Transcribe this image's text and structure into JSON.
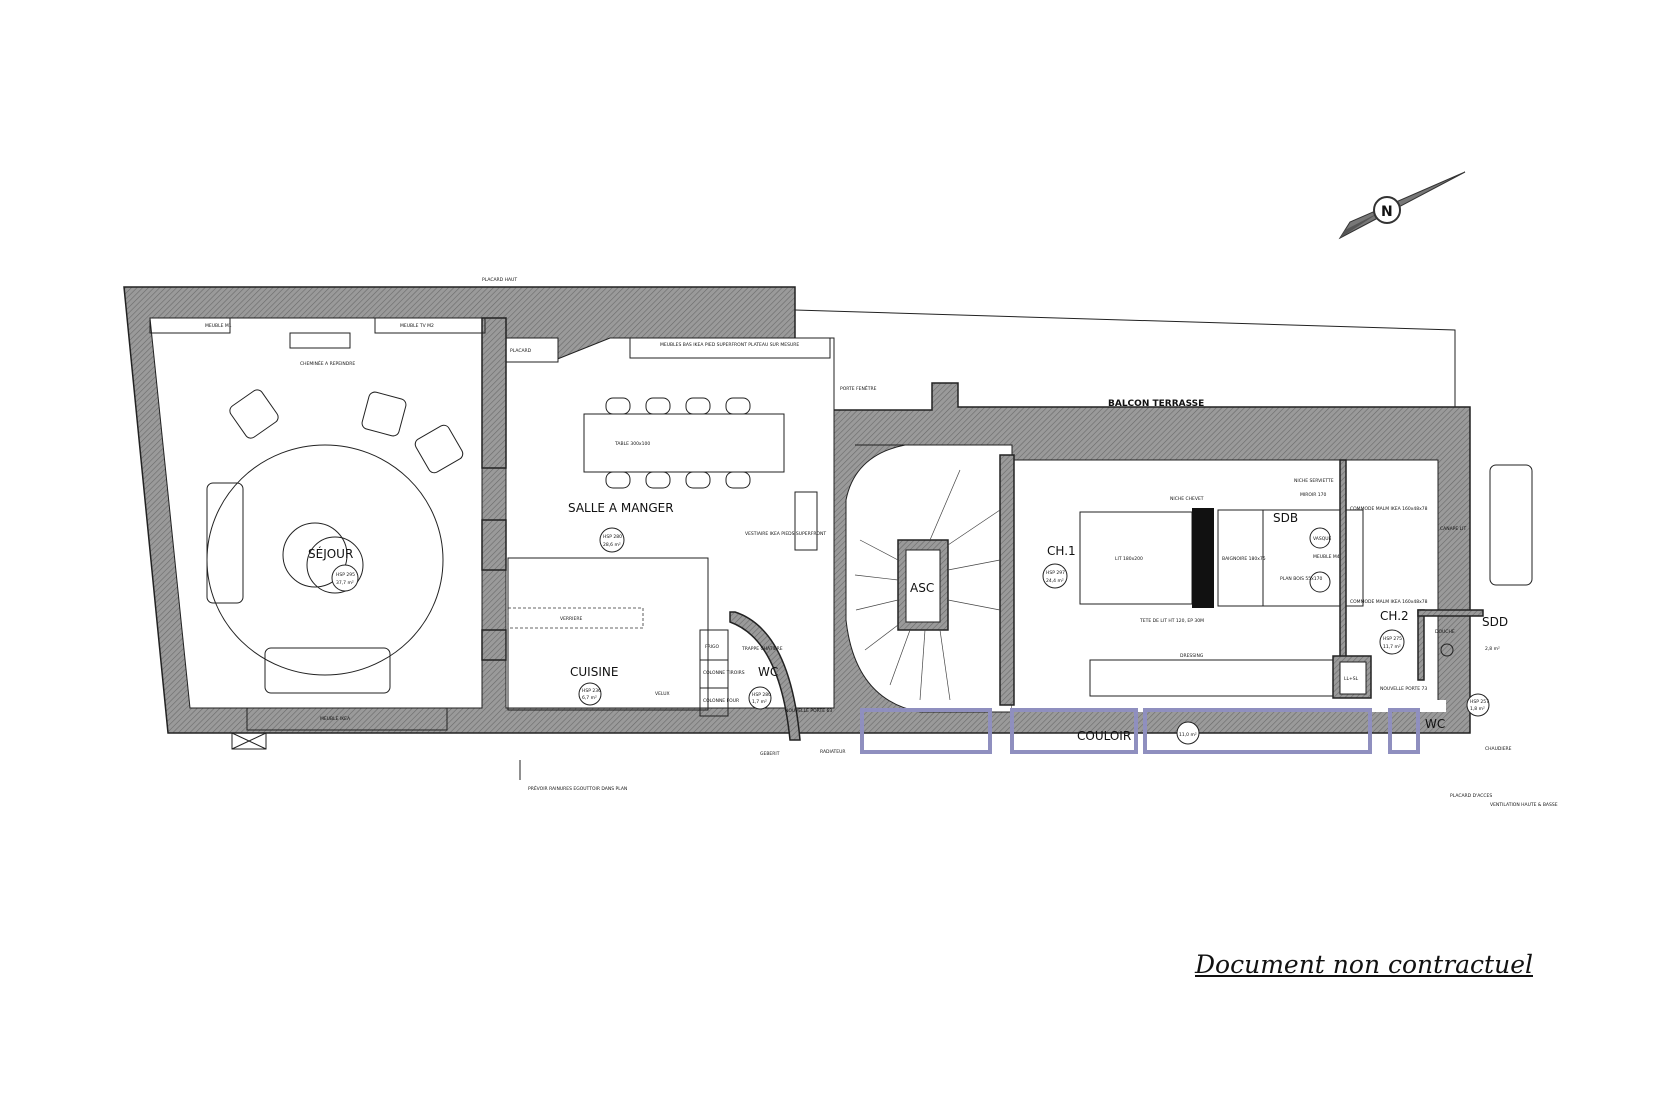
{
  "plan": {
    "rooms": {
      "sejour": {
        "name": "SÉJOUR",
        "hsp": "HSP 295",
        "area": "37,7 m²"
      },
      "salle_a_manger": {
        "name": "SALLE A MANGER",
        "hsp": "HSP 280",
        "area": "28,6 m²"
      },
      "cuisine": {
        "name": "CUISINE",
        "hsp": "HSP 236",
        "area": "6,7 m²"
      },
      "wc1": {
        "name": "WC",
        "hsp": "HSP 280",
        "area": "1,7 m²"
      },
      "asc": {
        "name": "ASC"
      },
      "ch1": {
        "name": "CH.1",
        "hsp": "HSP 297",
        "area": "24,4 m²"
      },
      "sdb": {
        "name": "SDB"
      },
      "ch2": {
        "name": "CH.2",
        "hsp": "HSP 275",
        "area": "11,7 m²"
      },
      "sdd": {
        "name": "SDD",
        "area": "2,8 m²"
      },
      "wc2": {
        "name": "WC",
        "hsp": "HSP 257",
        "area": "1,8 m²"
      },
      "couloir": {
        "name": "COULOIR",
        "area": "11,0 m²"
      },
      "balcon": {
        "name": "BALCON TERRASSE"
      }
    },
    "annotations": {
      "placard_haut": "PLACARD HAUT",
      "placard": "PLACARD",
      "meuble_m1": "MEUBLE M1",
      "meuble_tv": "MEUBLE TV M2",
      "cheminee": "CHEMINÉE A REPEINDRE",
      "meuble_ikea": "MEUBLE IKEA",
      "meubles_bas": "MEUBLES BAS IKEA PIED SUPERFRONT PLATEAU SUR MESURE",
      "table": "TABLE 300x100",
      "porte_fenetre": "PORTE FENÊTRE",
      "vestiaire": "VESTIAIRE IKEA PIEDS SUPERFRONT",
      "verriere": "VERRIERE",
      "frigo": "FRIGO",
      "colonne_tiroirs": "COLONNE TIROIRS",
      "colonne_four": "COLONNE FOUR",
      "velux": "VELUX",
      "trappe": "TRAPPE CHATIERE",
      "nouvelle_porte_63": "NOUVELLE PORTE 63",
      "geberit": "GEBERIT",
      "radiateur": "RADIATEUR",
      "prevoir": "PRÉVOIR RAINURES EGOUTTOIR DANS PLAN",
      "lit": "LIT 180x200",
      "baignoire": "BAIGNOIRE 180x75",
      "tete_lit": "TETE DE LIT HT 120, EP 30M",
      "niche_chevet": "NICHE CHEVET",
      "dressing": "DRESSING",
      "miroir": "MIROIR 170",
      "vasque": "VASQUE",
      "meuble_m4": "MEUBLE M4",
      "plan_bois": "PLAN BOIS 55x170",
      "niche_serviette": "NICHE SERVIETTE",
      "commode1": "COMMODE MALM IKEA 160x48x78",
      "commode2": "COMMODE MALM IKEA 160x48x78",
      "canape_lit": "CANAPE LIT",
      "lelsl": "LL+SL",
      "nouvelle_porte_73": "NOUVELLE PORTE 73",
      "douche": "DOUCHE",
      "chaudiere": "CHAUDIERE",
      "placard_acces": "PLACARD D'ACCES",
      "ventilation": "VENTILATION HAUTE & BASSE"
    },
    "compass": "N"
  },
  "footer": {
    "disclaimer": "Document non contractuel"
  }
}
